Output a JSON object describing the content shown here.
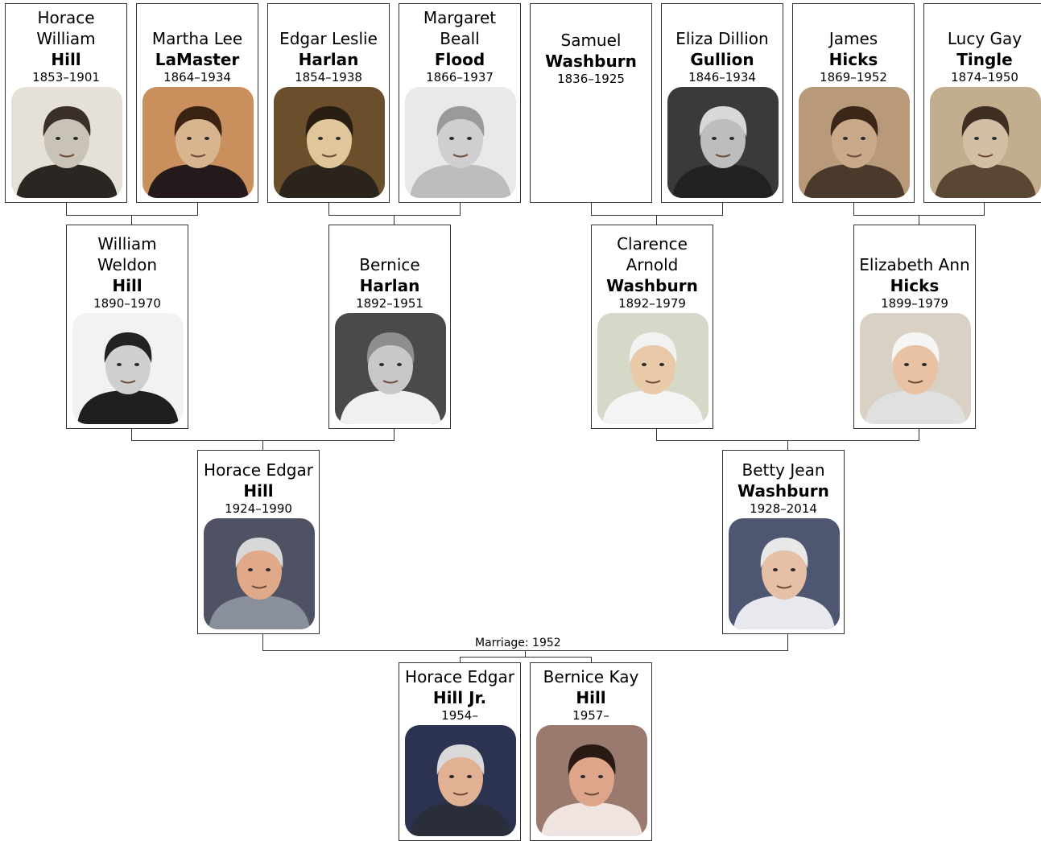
{
  "people": [
    {
      "id": "hwh",
      "given": "Horace\nWilliam",
      "surname": "Hill",
      "years": "1853–1901",
      "photo_tone": "#c9c2b6",
      "bg": "#e6e1d8",
      "hair": "#3a3029",
      "cloth": "#2b2622"
    },
    {
      "id": "mll",
      "given": "Martha Lee",
      "surname": "LaMaster",
      "years": "1864–1934",
      "photo_tone": "#d9b58f",
      "bg": "#c98f5c",
      "hair": "#3b2314",
      "cloth": "#241a1c"
    },
    {
      "id": "elh",
      "given": "Edgar Leslie",
      "surname": "Harlan",
      "years": "1854–1938",
      "photo_tone": "#e0c79b",
      "bg": "#6b4f2c",
      "hair": "#2a1e12",
      "cloth": "#2a241d"
    },
    {
      "id": "mbf",
      "given": "Margaret\nBeall",
      "surname": "Flood",
      "years": "1866–1937",
      "photo_tone": "#cfcfcf",
      "bg": "#e9e9e9",
      "hair": "#9a9a9a",
      "cloth": "#bdbdbd"
    },
    {
      "id": "sw",
      "given": "Samuel",
      "surname": "Washburn",
      "years": "1836–1925",
      "photo_tone": null
    },
    {
      "id": "edg",
      "given": "Eliza Dillion",
      "surname": "Gullion",
      "years": "1846–1934",
      "photo_tone": "#bdbdbd",
      "bg": "#3a3a3a",
      "hair": "#d8d8d8",
      "cloth": "#222222"
    },
    {
      "id": "jh",
      "given": "James",
      "surname": "Hicks",
      "years": "1869–1952",
      "photo_tone": "#c9a98a",
      "bg": "#b89a7a",
      "hair": "#3a2718",
      "cloth": "#4a3a2c"
    },
    {
      "id": "lgt",
      "given": "Lucy Gay",
      "surname": "Tingle",
      "years": "1874–1950",
      "photo_tone": "#d3c0a4",
      "bg": "#c3ad8f",
      "hair": "#3f2f22",
      "cloth": "#5a4634"
    },
    {
      "id": "wwh",
      "given": "William\nWeldon",
      "surname": "Hill",
      "years": "1890–1970",
      "photo_tone": "#cfcfcf",
      "bg": "#f2f2f2",
      "hair": "#222222",
      "cloth": "#1f1f1f"
    },
    {
      "id": "bh",
      "given": "Bernice",
      "surname": "Harlan",
      "years": "1892–1951",
      "photo_tone": "#c8c8c8",
      "bg": "#4a4a4a",
      "hair": "#8e8e8e",
      "cloth": "#f0f0f0"
    },
    {
      "id": "caw",
      "given": "Clarence\nArnold",
      "surname": "Washburn",
      "years": "1892–1979",
      "photo_tone": "#e8c9a8",
      "bg": "#d6d8c8",
      "hair": "#f2f2f2",
      "cloth": "#f4f4f4"
    },
    {
      "id": "eah",
      "given": "Elizabeth Ann",
      "surname": "Hicks",
      "years": "1899–1979",
      "photo_tone": "#e8c2a2",
      "bg": "#d9d2c4",
      "hair": "#f5f5f5",
      "cloth": "#e0e0e0"
    },
    {
      "id": "heh",
      "given": "Horace Edgar",
      "surname": "Hill",
      "years": "1924–1990",
      "photo_tone": "#e0a98a",
      "bg": "#4e5262",
      "hair": "#d8d8d8",
      "cloth": "#8a8f9c"
    },
    {
      "id": "bjw",
      "given": "Betty Jean",
      "surname": "Washburn",
      "years": "1928–2014",
      "photo_tone": "#e6c0a6",
      "bg": "#4f5672",
      "hair": "#e8e8e8",
      "cloth": "#e8e8ef"
    },
    {
      "id": "hehj",
      "given": "Horace Edgar",
      "surname": "Hill Jr.",
      "years": "1954–",
      "photo_tone": "#e2b092",
      "bg": "#2c3350",
      "hair": "#d9d9d9",
      "cloth": "#2a2e3a"
    },
    {
      "id": "bkh",
      "given": "Bernice Kay",
      "surname": "Hill",
      "years": "1957–",
      "photo_tone": "#dfa58a",
      "bg": "#9a7a6e",
      "hair": "#2a1a14",
      "cloth": "#f0e4e0"
    }
  ],
  "marriage": {
    "label": "Marriage: 1952"
  }
}
